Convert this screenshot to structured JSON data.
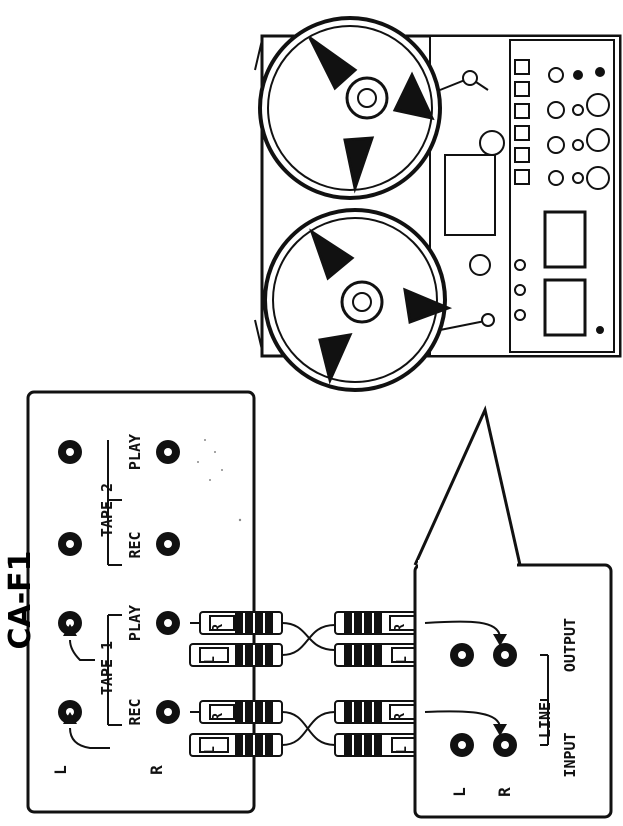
{
  "diagram": {
    "amp": {
      "name": "CA-F1",
      "tape1": "TAPE 1",
      "tape2": "TAPE 2",
      "rec_1": "REC",
      "play_1": "PLAY",
      "rec_2": "REC",
      "play_2": "PLAY",
      "ch_left": "L",
      "ch_right": "R"
    },
    "deck": {
      "line": "LINE",
      "input": "INPUT",
      "output": "OUTPUT",
      "ch_left": "L",
      "ch_right": "R"
    },
    "plugs": {
      "left": "L",
      "right": "R"
    }
  },
  "colors": {
    "ink": "#111111",
    "panel": "#ffffff",
    "background": "#ffffff"
  },
  "icons": [
    "rca-jack",
    "rca-plug",
    "tape-reel",
    "vu-meter",
    "control-knob"
  ]
}
